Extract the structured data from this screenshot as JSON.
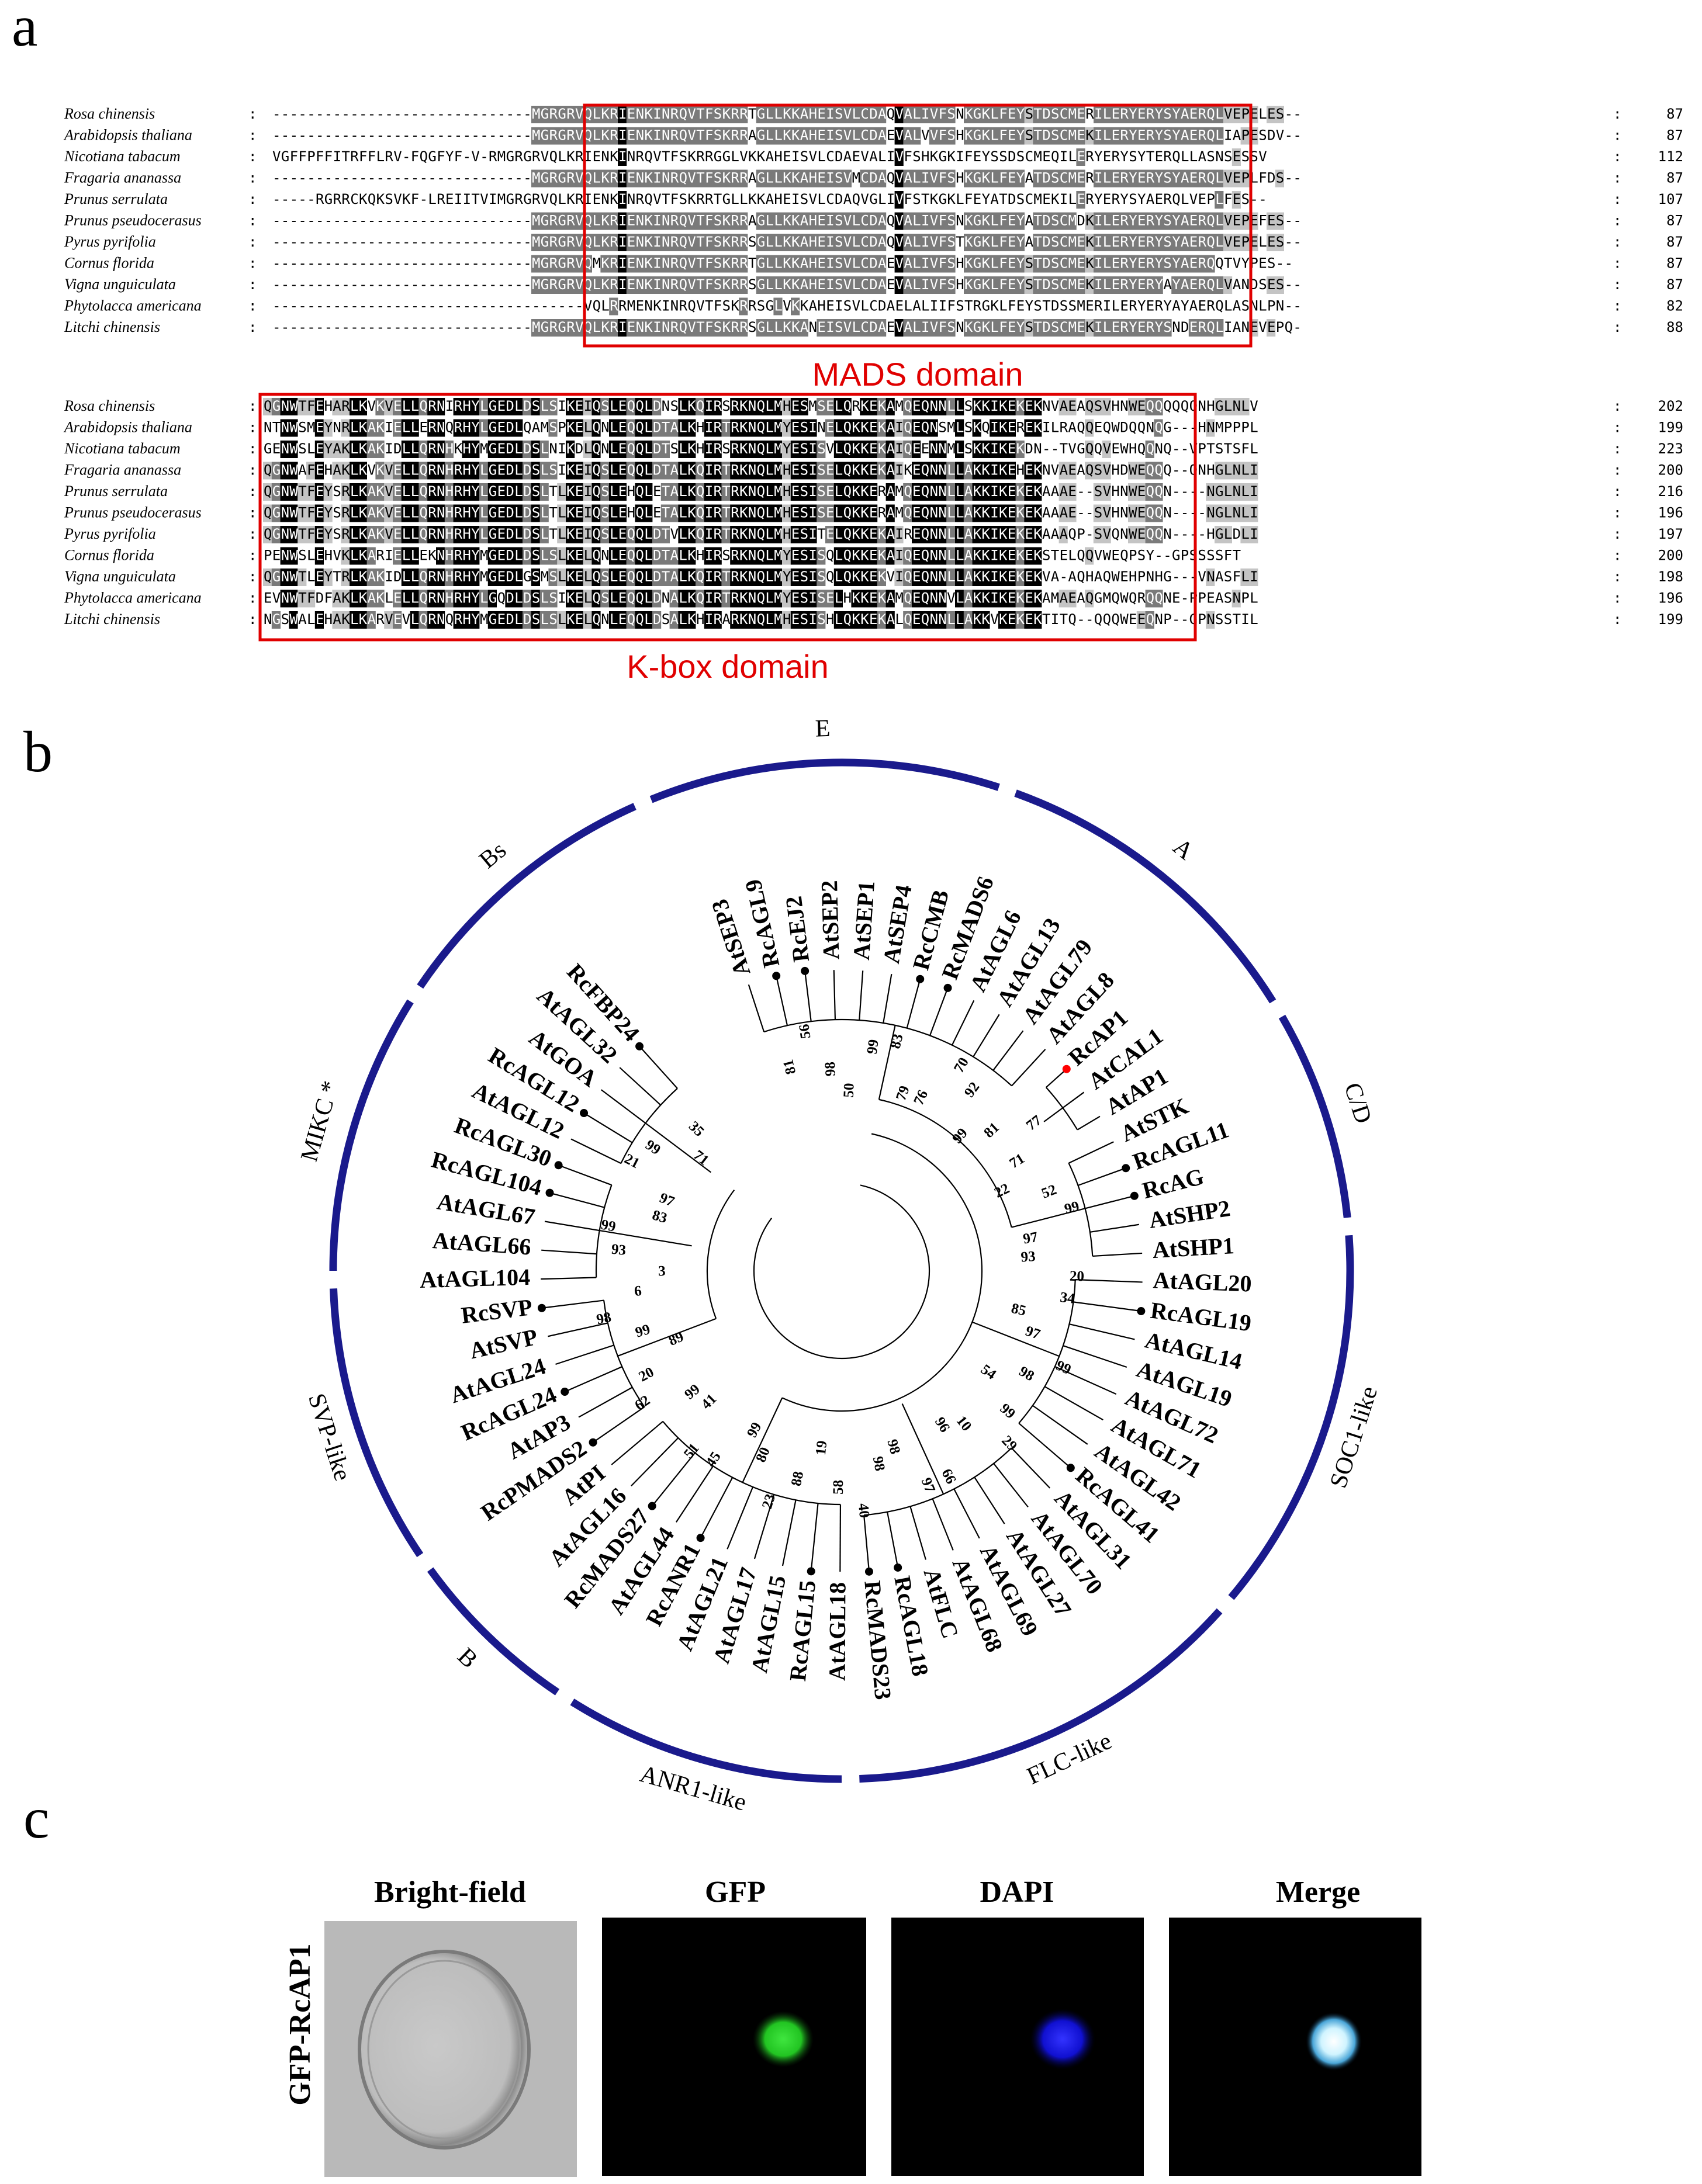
{
  "panels": {
    "a": "a",
    "b": "b",
    "c": "c"
  },
  "alignment": {
    "sep": ":",
    "blocks": [
      {
        "domain_label": "MADS domain",
        "rows": [
          {
            "species": "Rosa chinensis",
            "seq": "------------------------------MGRGRVQLKRIENKINRQVTFSKRRTGLLKKAHEISVLCDAQVALIVFSNKGKLFEYSTDSCMERILERYERYSYAERQLVEPELES--",
            "count": "87"
          },
          {
            "species": "Arabidopsis thaliana",
            "seq": "------------------------------MGRGRVQLKRIENKINRQVTFSKRRAGLLKKAHEISVLCDAEVALVVFSHKGKLFEYSTDSCMEKILERYERYSYAERQLIAPESDV--",
            "count": "87"
          },
          {
            "species": "Nicotiana tabacum",
            "seq": "VGFFPFFITRFFLRV-FQGFYF-V-RMGRGRVQLKRIENKINRQVTFSKRRGGLVKKAHEISVLCDAEVALIVFSHKGKIFEYSSDSCMEQILERYERYSYTERQLLASNSESSV",
            "count": "112"
          },
          {
            "species": "Fragaria ananassa",
            "seq": "------------------------------MGRGRVQLKRIENKINRQVTFSKRRAGLLKKAHEISVMCDAQVALIVFSHKGKLFEYATDSCMERILERYERYSYAERQLVEPLFDS--",
            "count": "87"
          },
          {
            "species": "Prunus serrulata",
            "seq": "-----RGRRCKQKSVKF-LREIITVIMGRGRVQLKRIENKINRQVTFSKRRTGLLKKAHEISVLCDAQVGLIVFSTKGKLFEYATDSCMEKILERYERYSYAERQLVEPLFES--",
            "count": "107"
          },
          {
            "species": "Prunus pseudocerasus",
            "seq": "------------------------------MGRGRVQLKRIENKINRQVTFSKRRAGLLKKAHEISVLCDAQVALIVFSNKGKLFEYATDSCMDKILERYERYSYAERQLVEPEFES--",
            "count": "87"
          },
          {
            "species": "Pyrus pyrifolia",
            "seq": "------------------------------MGRGRVQLKRIENKINRQVTFSKRRSGLLKKAHEISVLCDAQVALIVFSTKGKLFEYATDSCMEKILERYERYSYAERQLVEPELES--",
            "count": "87"
          },
          {
            "species": "Cornus florida",
            "seq": "------------------------------MGRGRVQMKRIENKINRQVTFSKRRTGLLKKAHEISVLCDAEVALIVFSHKGKLFEYSTDSCMEKILERYERYSYAERQQTVYPES--",
            "count": "87"
          },
          {
            "species": "Vigna unguiculata",
            "seq": "------------------------------MGRGRVQLKRIENKINRQVTFSKRRSGLLKKAHEISVLCDAEVALIVFSHKGKLFEYSTDSCMEKILERYERYAYAERQLVANDSES--",
            "count": "87"
          },
          {
            "species": "Phytolacca americana",
            "seq": "------------------------------------VQLRRMENKINRQVTFSKRRSGLVKKAHEISVLCDAELALIIFSTRGKLFEYSTDSSMERILERYERYAYAERQLASNLPN--",
            "count": "82"
          },
          {
            "species": "Litchi chinensis",
            "seq": "------------------------------MGRGRVQLKRIENKINRQVTFSKRRSGLLKKANEISVLCDAEVALIVFSNKGKLFEYSTDSCMEKILERYERYSNDERQLIANEVEPQ-",
            "count": "88"
          }
        ]
      },
      {
        "domain_label": "K-box domain",
        "rows": [
          {
            "species": "Rosa chinensis",
            "seq": "QGNWTFEHARLKVKVELLQRNIRHYLGEDLDSLSIKEIQSLEQQLDNSLKQIRSRKNQLMHESMSELQRKEKAMQEQNNLLSKKIKEKEKNVAEAQSVHNWEQQQQQQNHGLNLV",
            "count": "202"
          },
          {
            "species": "Arabidopsis thaliana",
            "seq": "NTNWSMEYNRLKAKIELLERNQRHYLGEDLQAMSPKELQNLEQQLDTALKHIRTRKNQLMYESINELQKKEKAIQEQNSMLSKQIKEREKILRAQQEQWDQQNQG---HNMPPPL",
            "count": "199"
          },
          {
            "species": "Nicotiana tabacum",
            "seq": "GENWSLEYAKLKAKIDLLQRNHKHYMGEDLDSLNIKDLQNLEQQLDTSLKHIRSRKNQLMYESISVLQKKEKAIQEENNMLSKKIKEKDN--TVGQQVEWHQQNQ--VPTSTSFL",
            "count": "223"
          },
          {
            "species": "Fragaria ananassa",
            "seq": "QGNWAFEHAKLKVKVELLQRNHRHYLGEDLDSLSIKEIQSLEQQLDTALKQIRTRKNQLMHESISELQKKEKAIKEQNNLLAKKIKEHEKNVAEAQSVHDWEQQQ--QNHGLNLI",
            "count": "200"
          },
          {
            "species": "Prunus serrulata",
            "seq": "QGNWTFEYSRLKAKVELLQRNHRHYLGEDLDSLTLKEIQSLEHQLETALKQIRTRKNQLMHESISELQKKERAMQEQNNLLAKKIKEKEKAAAE--SVHNWEQQN----NGLNLI",
            "count": "216"
          },
          {
            "species": "Prunus pseudocerasus",
            "seq": "QGNWTFEYSRLKAKVELLQRNHRHYLGEDLDSLTLKEIQSLEHQLETALKQIRTRKNQLMHESISELQKKERAMQEQNNLLAKKIKEKEKAAAE--SVHNWEQQN----NGLNLI",
            "count": "196"
          },
          {
            "species": "Pyrus pyrifolia",
            "seq": "QGNWTFEYSRLKAKVELLQRNHRHYLGEDLDSLTLKEIQSLEQQLDTVLKQIRTRKNQLMHESITELQKKEKAIREQNNLLAKKIKEKEKAAAQP-SVQNWEQQN----HGLDLI",
            "count": "197"
          },
          {
            "species": "Cornus florida",
            "seq": "PENWSLEHVKLKARIELLEKNHRHYMGEDLDSLSLKELQNLEQQLDTALKHIRSRKNQLMYESISQLQKKEKAIQEQNNLLAKKIKEKEKSTELQQVWEQPSY--GPSSSSFT",
            "count": "200"
          },
          {
            "species": "Vigna unguiculata",
            "seq": "QGNWTLEYTRLKAKIDLLQRNHRHYMGEDLGSMSLKELQSLEQQLDTALKQIRTRKNQLMYESISQLQKKEKVIQEQNNLLAKKIKEKEKVA-AQHAQWEHPNHG---VNASFLI",
            "count": "198"
          },
          {
            "species": "Phytolacca americana",
            "seq": "EVNWTFDFAKLKAKLELLQRNHRHYLGQDLDSLSIKELQSLEQQLDNALKQIRTRKNQLMYESISELHKKEKAMQEQNNVLAKKIKEKEKAMAEAQGMQWQRQQNE-PPEASNPL",
            "count": "196"
          },
          {
            "species": "Litchi chinensis",
            "seq": "NGSWALEHAKLKARVEVLQRNQRHYMGEDLDSLSLKELQNLEQQLDSALKHIRARKNQLMHESISHLQKKEKALQEQNNLLAKKVKEKEKTITQ--QQQWEEQNP--GPNSSTIL",
            "count": "199"
          }
        ]
      }
    ]
  },
  "tree": {
    "highlight_color": "#ff0000",
    "arc_color": "#1a1a8c",
    "leaves": [
      "AtSEP3",
      "RcAGL9",
      "RcEJ2",
      "AtSEP2",
      "AtSEP1",
      "AtSEP4",
      "RcCMB",
      "RcMADS6",
      "AtAGL6",
      "AtAGL13",
      "AtAGL79",
      "AtAGL8",
      "RcAP1",
      "AtCAL1",
      "AtAP1",
      "AtSTK",
      "RcAGL11",
      "RcAG",
      "AtSHP2",
      "AtSHP1",
      "AtAGL20",
      "RcAGL19",
      "AtAGL14",
      "AtAGL19",
      "AtAGL72",
      "AtAGL71",
      "AtAGL42",
      "RcAGL41",
      "AtAGL31",
      "AtAGL70",
      "AtAGL27",
      "AtAGL69",
      "AtAGL68",
      "AtFLC",
      "RcAGL18",
      "RcMADS23",
      "AtAGL18",
      "RcAGL15",
      "AtAGL15",
      "AtAGL17",
      "AtAGL21",
      "RcANR1",
      "AtAGL44",
      "RcMADS27",
      "AtAGL16",
      "AtPI",
      "RcPMADS2",
      "AtAP3",
      "RcAGL24",
      "AtAGL24",
      "AtSVP",
      "RcSVP",
      "AtAGL104",
      "AtAGL66",
      "AtAGL67",
      "RcAGL104",
      "RcAGL30",
      "AtAGL12",
      "RcAGL12",
      "AtGOA",
      "AtAGL32",
      "RcFBP24"
    ],
    "clades": [
      "E",
      "A",
      "C/D",
      "SOC1-like",
      "FLC-like",
      "ANR1-like",
      "B",
      "SVP-like",
      "MIKC *",
      "Bs"
    ],
    "bootstrap": [
      "81",
      "56",
      "98",
      "50",
      "99",
      "83",
      "79",
      "76",
      "70",
      "92",
      "99",
      "81",
      "77",
      "71",
      "22",
      "52",
      "99",
      "97",
      "93",
      "20",
      "34",
      "85",
      "97",
      "99",
      "98",
      "54",
      "99",
      "29",
      "10",
      "96",
      "66",
      "97",
      "98",
      "98",
      "40",
      "58",
      "19",
      "88",
      "23",
      "80",
      "99",
      "45",
      "51",
      "41",
      "99",
      "62",
      "20",
      "89",
      "99",
      "98",
      "6",
      "3",
      "93",
      "99",
      "83",
      "97",
      "21",
      "99",
      "71",
      "35"
    ]
  },
  "localization": {
    "row_label": "GFP-RcAP1",
    "columns": [
      "Bright-field",
      "GFP",
      "DAPI",
      "Merge"
    ]
  }
}
